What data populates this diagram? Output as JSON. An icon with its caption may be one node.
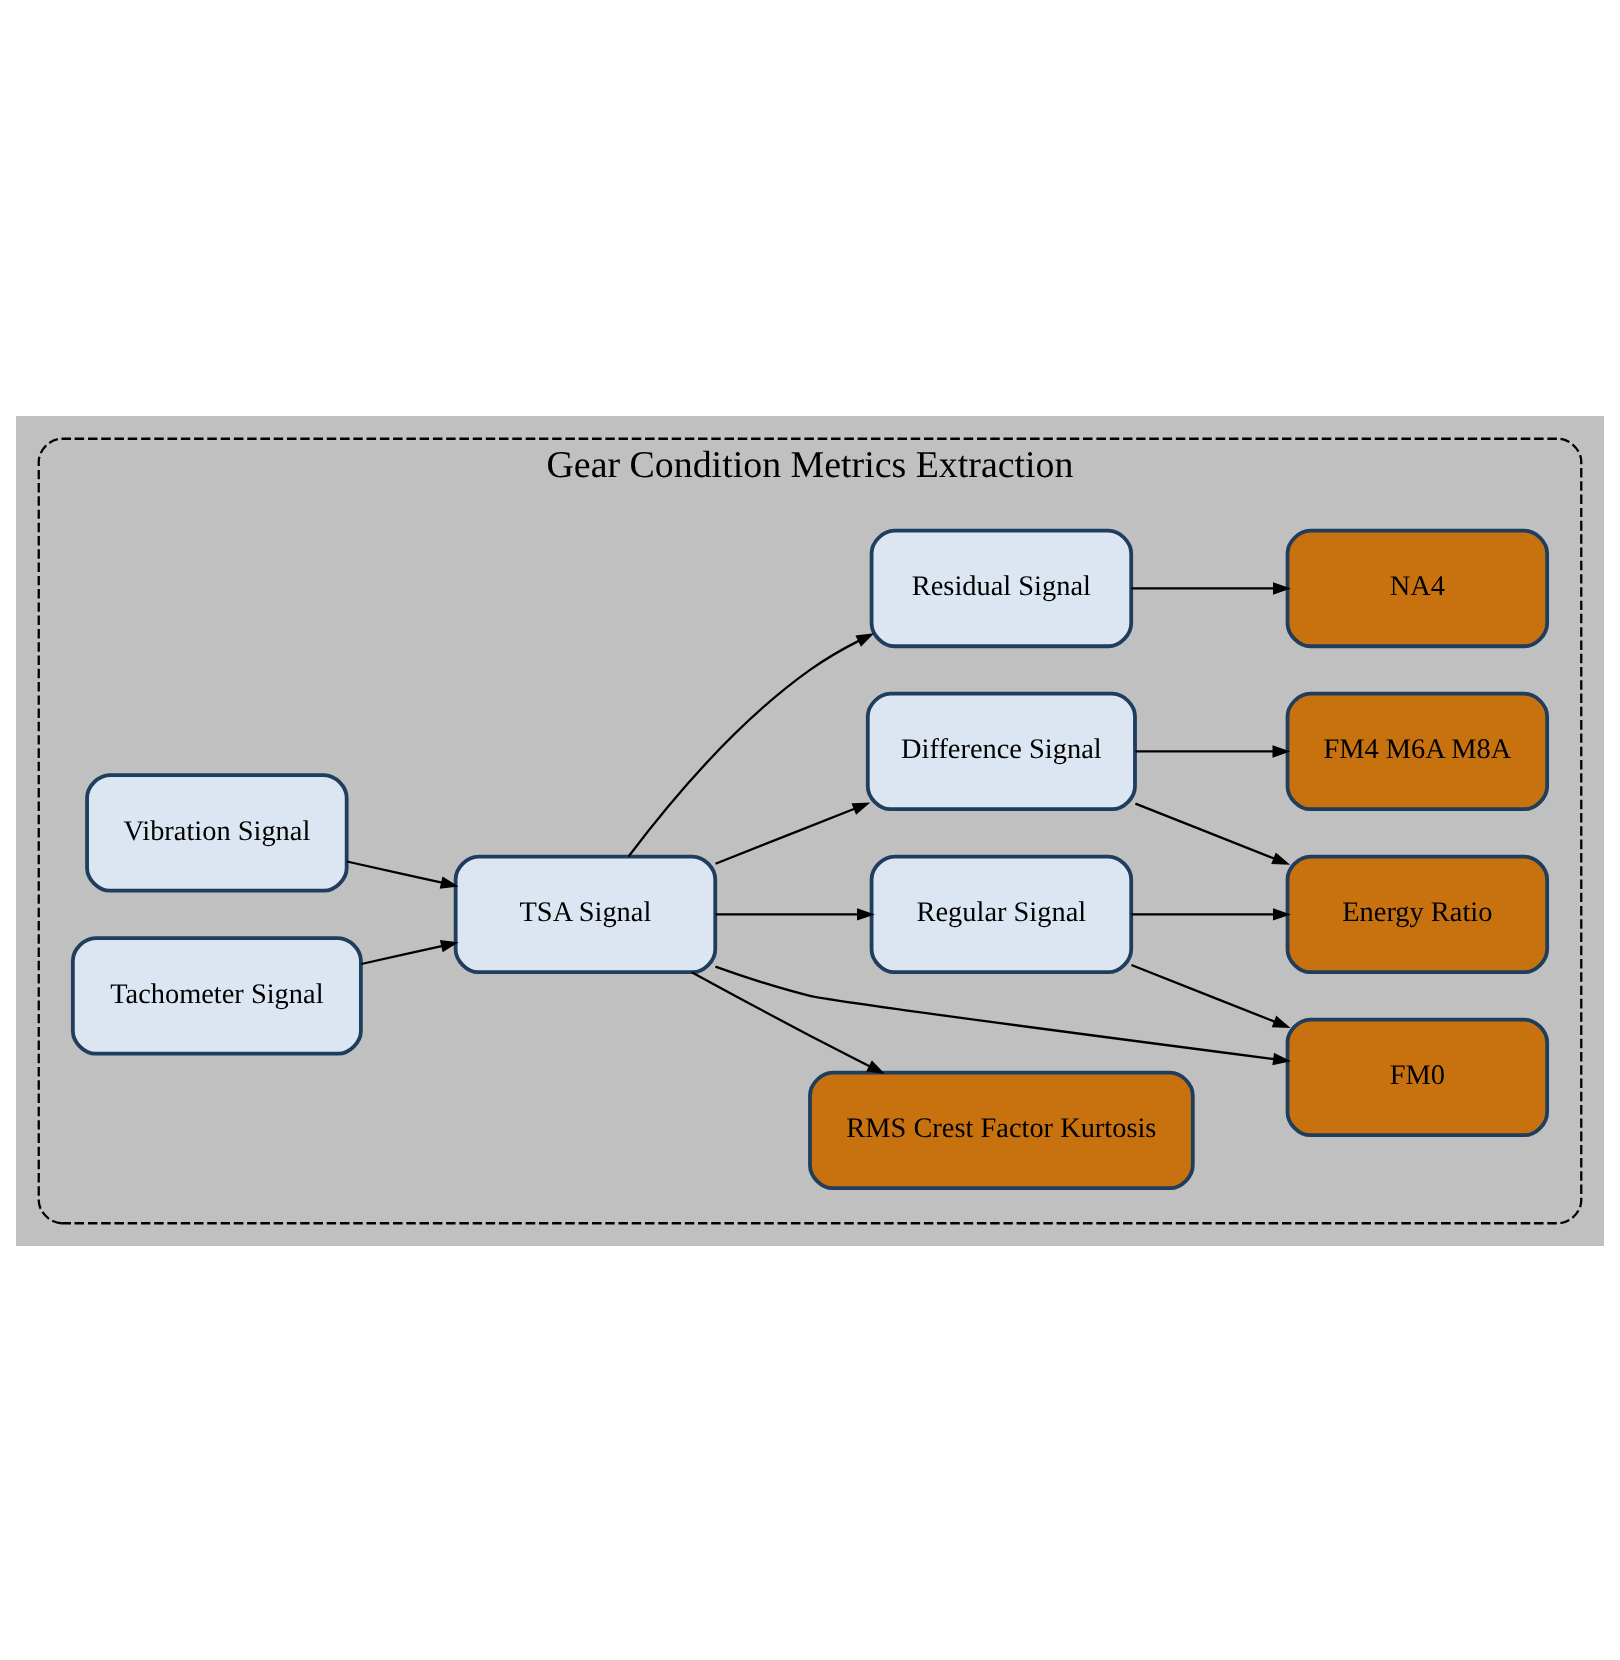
{
  "diagram": {
    "nodes": [
      {
        "text": [
          "Gear Condition Metrics Extraction"
        ]
      },
      {
        "text": [
          "Vibration Signal"
        ],
        "in": 0
      },
      {
        "text": [
          "Tachometer Signal"
        ],
        "in": 0
      },
      {
        "text": [
          "TSA Signal"
        ],
        "in": 0
      },
      {
        "text": [
          "RMS Crest Factor Kurtosis"
        ],
        "in": 0
      },
      {
        "text": [
          "Regular Signal"
        ],
        "in": 0
      },
      {
        "text": [
          "FM0"
        ],
        "in": 0
      },
      {
        "text": [
          "Energy Ratio"
        ],
        "in": 0
      },
      {
        "text": [
          "Difference Signal"
        ],
        "in": 0
      },
      {
        "text": [
          "FM4 M6A M8A"
        ],
        "in": 0
      },
      {
        "text": [
          "Residual Signal"
        ],
        "in": 0
      },
      {
        "text": [
          "NA4"
        ],
        "in": 0
      }
    ],
    "edges": [
      {
        "from": 1,
        "to": 3,
        "arrow": "to"
      },
      {
        "from": 2,
        "to": 3,
        "arrow": "to"
      },
      {
        "from": 3,
        "to": 4,
        "arrow": "to"
      },
      {
        "from": 3,
        "to": 6,
        "arrow": "to"
      },
      {
        "from": 3,
        "to": 5,
        "arrow": "to"
      },
      {
        "from": 3,
        "to": 8,
        "arrow": "to"
      },
      {
        "from": 3,
        "to": 10,
        "arrow": "to"
      },
      {
        "from": 5,
        "to": 6,
        "arrow": "to"
      },
      {
        "from": 5,
        "to": 7,
        "arrow": "to"
      },
      {
        "from": 8,
        "to": 7,
        "arrow": "to"
      },
      {
        "from": 8,
        "to": 9,
        "arrow": "to"
      },
      {
        "from": 10,
        "to": 11,
        "arrow": "to"
      }
    ]
  }
}
